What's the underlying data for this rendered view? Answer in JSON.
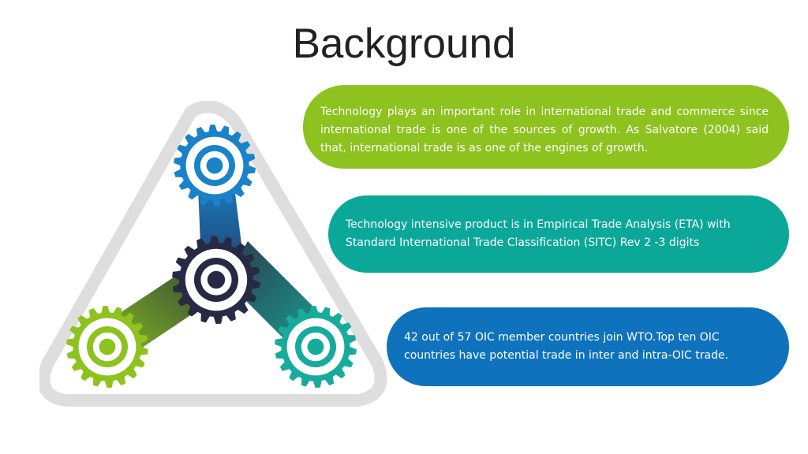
{
  "slide": {
    "title": "Background"
  },
  "colors": {
    "green": "#8dc21f",
    "teal": "#0ba89a",
    "blue": "#0f72bd",
    "navy": "#262a44",
    "track": "#dedede"
  },
  "diagram": {
    "gears": [
      {
        "name": "gear-blue",
        "color": "#1a82c8"
      },
      {
        "name": "gear-navy",
        "color": "#262a44"
      },
      {
        "name": "gear-green",
        "color": "#8dc21f"
      },
      {
        "name": "gear-teal",
        "color": "#17ab9c"
      }
    ]
  },
  "boxes": [
    {
      "color": "#8dc21f",
      "text": "Technology plays an important role in international trade and commerce since international trade is one of the sources of growth. As Salvatore (2004) said that, international trade is as one of the engines of growth."
    },
    {
      "color": "#0ba89a",
      "text": "Technology intensive product is in Empirical Trade Analysis (ETA) with Standard International Trade Classification (SITC) Rev 2 -3 digits"
    },
    {
      "color": "#0f72bd",
      "text": "42  out of 57 OIC member countries join WTO.Top ten OIC countries have potential trade in inter and intra-OIC trade."
    }
  ]
}
